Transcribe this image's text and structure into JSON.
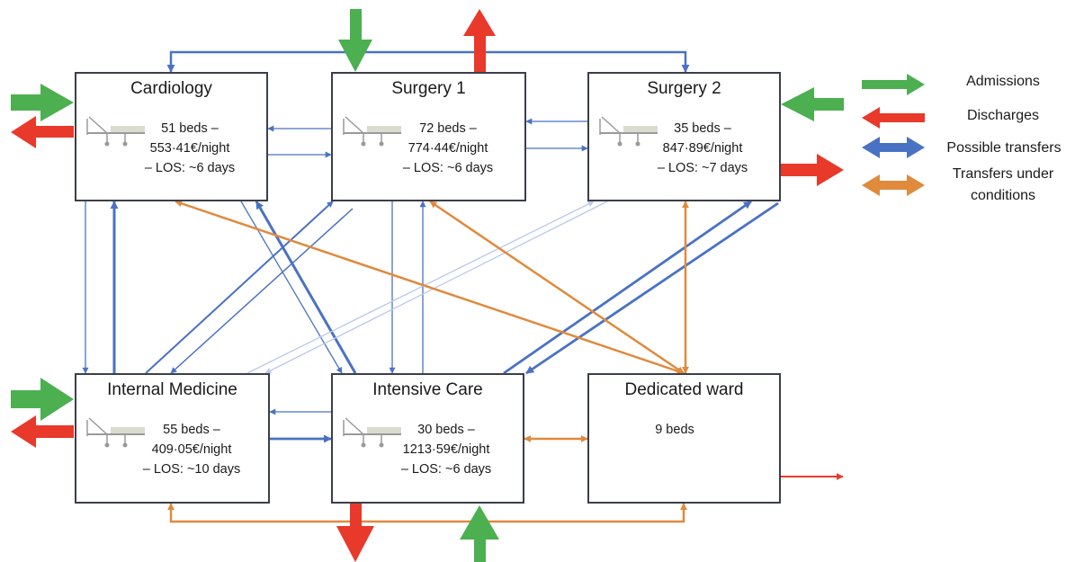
{
  "wards": {
    "cardiology": {
      "name": "Cardiology",
      "beds": "51 beds –",
      "cost": "553·41€/night",
      "los": "– LOS: ~6 days"
    },
    "surgery1": {
      "name": "Surgery 1",
      "beds": "72 beds –",
      "cost": "774·44€/night",
      "los": "– LOS: ~6 days"
    },
    "surgery2": {
      "name": "Surgery 2",
      "beds": "35 beds –",
      "cost": "847·89€/night",
      "los": "– LOS: ~7 days"
    },
    "internal_medicine": {
      "name": "Internal Medicine",
      "beds": "55 beds –",
      "cost": "409·05€/night",
      "los": "– LOS: ~10 days"
    },
    "intensive_care": {
      "name": "Intensive Care",
      "beds": "30 beds –",
      "cost": "1213·59€/night",
      "los": "– LOS: ~6 days"
    },
    "dedicated_ward": {
      "name": "Dedicated ward",
      "beds": "9 beds"
    }
  },
  "legend": {
    "admissions": "Admissions",
    "discharges": "Discharges",
    "possible_transfers": "Possible transfers",
    "conditional_transfers": "Transfers under conditions"
  },
  "colors": {
    "admissions": "#4caf50",
    "discharges": "#e8392a",
    "possible_transfers": "#4a72c4",
    "conditional_transfers": "#e08a3c",
    "box_border": "#3b3f4a"
  },
  "icons": {
    "ward_bed": "hospital-bed-icon"
  }
}
